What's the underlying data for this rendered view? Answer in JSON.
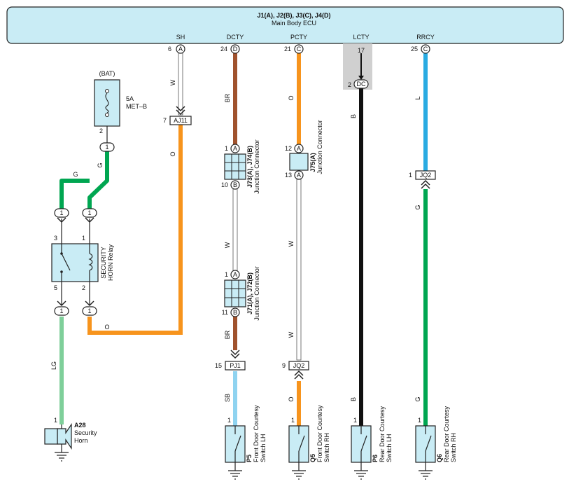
{
  "ecu": {
    "code": "J1(A), J2(B), J3(C), J4(D)",
    "name": "Main Body ECU",
    "terminals": [
      {
        "name": "SH",
        "pin": "6",
        "conn": "A"
      },
      {
        "name": "DCTY",
        "pin": "24",
        "conn": "D"
      },
      {
        "name": "PCTY",
        "pin": "21",
        "conn": "C"
      },
      {
        "name": "LCTY",
        "pin": "17",
        "lower_pin": "2",
        "lower_conn": "DC"
      },
      {
        "name": "RRCY",
        "pin": "25",
        "conn": "C"
      }
    ]
  },
  "power": {
    "label": "(BAT)",
    "fuse_rating": "5A",
    "fuse_name": "MET–B",
    "pin": "2",
    "conn_pin": "1"
  },
  "relay": {
    "line1": "SECURITY",
    "line2": "HORN Relay",
    "pins": {
      "p3": "3",
      "p1": "1",
      "p5": "5",
      "p2": "2"
    },
    "conn_pins": "1"
  },
  "wire_colors": {
    "g_label": "G",
    "w_label": "W",
    "o_label": "O",
    "br_label": "BR",
    "b_label": "B",
    "l_label": "L",
    "lg_label": "LG",
    "sb_label": "SB"
  },
  "colors": {
    "ecu_fill": "#c9ecf5",
    "white_wire": "#ffffff",
    "orange": "#f7941d",
    "brown": "#a0522d",
    "black": "#111111",
    "blue": "#29abe2",
    "green": "#00a651",
    "light_green": "#7fcf9a",
    "sky_blue": "#8fd3f0",
    "gray_box": "#d0d0d0"
  },
  "inline_connectors": {
    "aj11": {
      "code": "AJ11",
      "pin": "7"
    },
    "pj1": {
      "code": "PJ1",
      "pin": "15"
    },
    "jq2_front": {
      "code": "JQ2",
      "pin": "9"
    },
    "jq2_rear": {
      "code": "JQ2",
      "pin": "1"
    }
  },
  "junctions": {
    "j73": {
      "code": "J73(A), J74(B)",
      "desc": "Junction Connector",
      "pin_a": "1",
      "conn_a": "A",
      "pin_b": "10",
      "conn_b": "B"
    },
    "j71": {
      "code": "J71(A), J72(B)",
      "desc": "Junction Connector",
      "pin_a": "1",
      "conn_a": "A",
      "pin_b": "11",
      "conn_b": "B"
    },
    "j75": {
      "code": "J75(A)",
      "desc": "Junction Connector",
      "pin_a": "12",
      "conn_a": "A",
      "pin_b": "13",
      "conn_b": "A"
    }
  },
  "components": {
    "horn": {
      "code": "A28",
      "line1": "Security",
      "line2": "Horn",
      "pin": "1"
    },
    "p5": {
      "code": "P5",
      "line1": "Front Door Courtesy",
      "line2": "Switch LH",
      "pin": "1"
    },
    "q5": {
      "code": "Q5",
      "line1": "Front Door Courtesy",
      "line2": "Switch RH",
      "pin": "1"
    },
    "p6": {
      "code": "P6",
      "line1": "Rear Door Courtesy",
      "line2": "Switch LH",
      "pin": "1"
    },
    "q6": {
      "code": "Q6",
      "line1": "Rear Door Courtesy",
      "line2": "Switch RH",
      "pin": "1"
    }
  }
}
